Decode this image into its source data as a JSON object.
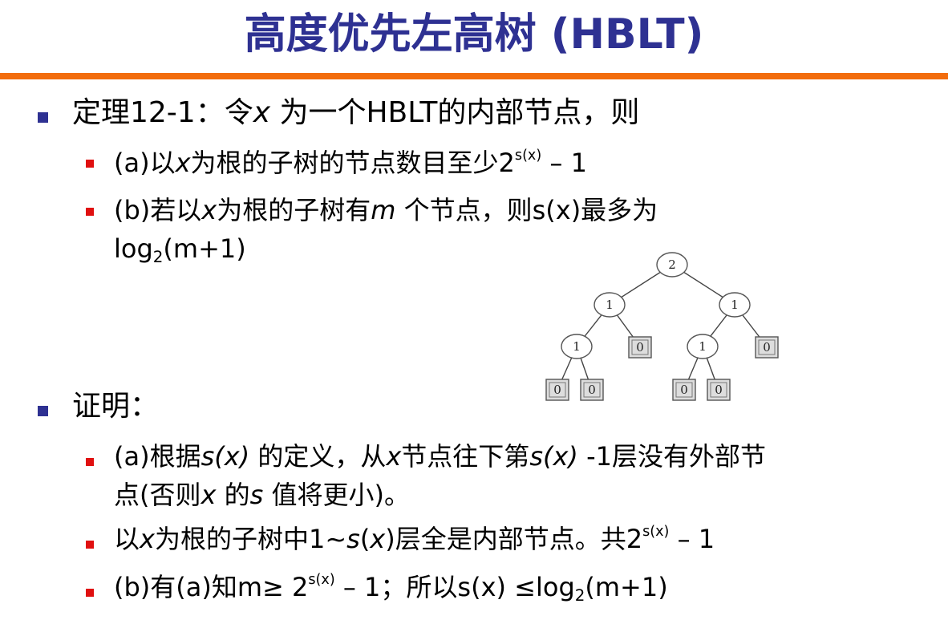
{
  "title": "高度优先左高树 (HBLT)",
  "theorem": {
    "head_pre": "定理12-1：令",
    "head_var": "x",
    "head_post": "为一个HBLT的内部节点，则",
    "a_pre": "(a)以",
    "a_var": "x",
    "a_mid": "为根的子树的节点数目至少2",
    "a_sup": "s(x)",
    "a_post": " – 1",
    "b_pre": "(b)若以",
    "b_var": "x",
    "b_mid": "为根的子树有",
    "b_var2": "m",
    "b_post": "个节点，则s(x)最多为",
    "b2_pre": "log",
    "b2_sub": "2",
    "b2_post": "(m+1)"
  },
  "proof": {
    "head": "证明：",
    "a_pre": "(a)根据",
    "a_var": "s(x)",
    "a_mid1": "的定义，从",
    "a_var2": "x",
    "a_mid2": "节点往下第",
    "a_var3": "s(x)",
    "a_post": "-1层没有外部节",
    "a2_pre": "点(否则",
    "a2_var": "x",
    "a2_mid": "的",
    "a2_var2": "s",
    "a2_post": "值将更小)。",
    "c_pre": "以",
    "c_var": "x",
    "c_mid": "为根的子树中1~",
    "c_var2": "s",
    "c_mid2": "(",
    "c_var3": "x",
    "c_mid3": ")层全是内部节点。共2",
    "c_sup": "s(x)",
    "c_post": " – 1",
    "d_pre": "(b)有(a)知m≥ 2",
    "d_sup": "s(x)",
    "d_mid": " – 1；所以s(x) ≤log",
    "d_sub": "2",
    "d_post": "(m+1)"
  },
  "tree": {
    "root": "2",
    "left": "1",
    "right": "1",
    "left_left": "1",
    "left_right": "0",
    "right_left": "1",
    "right_right": "0",
    "ll_l": "0",
    "ll_r": "0",
    "rl_l": "0",
    "rl_r": "0"
  }
}
